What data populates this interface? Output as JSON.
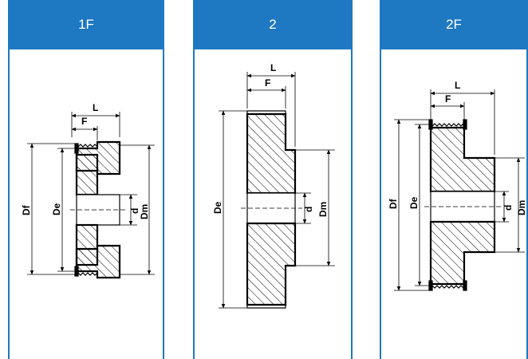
{
  "panels": [
    {
      "title": "1F",
      "labels": {
        "L": "L",
        "F": "F",
        "Df": "Df",
        "De": "De",
        "d": "d",
        "Dm": "Dm"
      }
    },
    {
      "title": "2",
      "labels": {
        "L": "L",
        "F": "F",
        "De": "De",
        "d": "d",
        "Dm": "Dm"
      }
    },
    {
      "title": "2F",
      "labels": {
        "L": "L",
        "F": "F",
        "Df": "Df",
        "De": "De",
        "d": "d",
        "Dm": "Dm"
      }
    }
  ]
}
